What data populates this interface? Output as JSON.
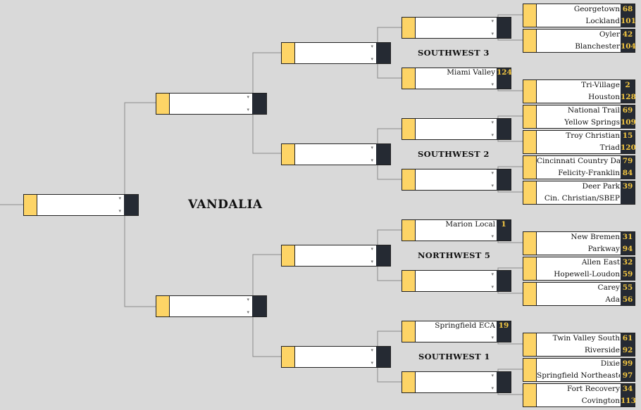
{
  "venue": "VANDALIA",
  "regions": [
    "SOUTHWEST 3",
    "SOUTHWEST 2",
    "NORTHWEST 5",
    "SOUTHWEST 1"
  ],
  "first_round": [
    {
      "teams": [
        "Georgetown",
        "Lockland"
      ],
      "seeds": [
        "68",
        "101"
      ]
    },
    {
      "teams": [
        "Oyler",
        "Blanchester"
      ],
      "seeds": [
        "42",
        "104"
      ]
    },
    {
      "teams": [
        "Tri-Village",
        "Houston"
      ],
      "seeds": [
        "2",
        "128"
      ]
    },
    {
      "teams": [
        "National Trail",
        "Yellow Springs"
      ],
      "seeds": [
        "69",
        "109"
      ]
    },
    {
      "teams": [
        "Troy Christian",
        "Triad"
      ],
      "seeds": [
        "15",
        "120"
      ]
    },
    {
      "teams": [
        "Cincinnati Country Day",
        "Felicity-Franklin"
      ],
      "seeds": [
        "79",
        "84"
      ]
    },
    {
      "teams": [
        "Deer Park",
        "Cin. Christian/SBEP"
      ],
      "seeds": [
        "39",
        ""
      ]
    },
    {
      "teams": [
        "New Bremen",
        "Parkway"
      ],
      "seeds": [
        "31",
        "94"
      ]
    },
    {
      "teams": [
        "Allen East",
        "Hopewell-Loudon"
      ],
      "seeds": [
        "32",
        "59"
      ]
    },
    {
      "teams": [
        "Carey",
        "Ada"
      ],
      "seeds": [
        "55",
        "56"
      ]
    },
    {
      "teams": [
        "Twin Valley South",
        "Riverside"
      ],
      "seeds": [
        "61",
        "92"
      ]
    },
    {
      "teams": [
        "Dixie",
        "Springfield Northeastern"
      ],
      "seeds": [
        "99",
        "97"
      ]
    },
    {
      "teams": [
        "Fort Recovery",
        "Covington"
      ],
      "seeds": [
        "34",
        "113"
      ]
    }
  ],
  "byes": [
    {
      "team": "Miami Valley",
      "seed": "124"
    },
    {
      "team": "Marion Local",
      "seed": "1"
    },
    {
      "team": "Springfield ECA",
      "seed": "19"
    }
  ]
}
